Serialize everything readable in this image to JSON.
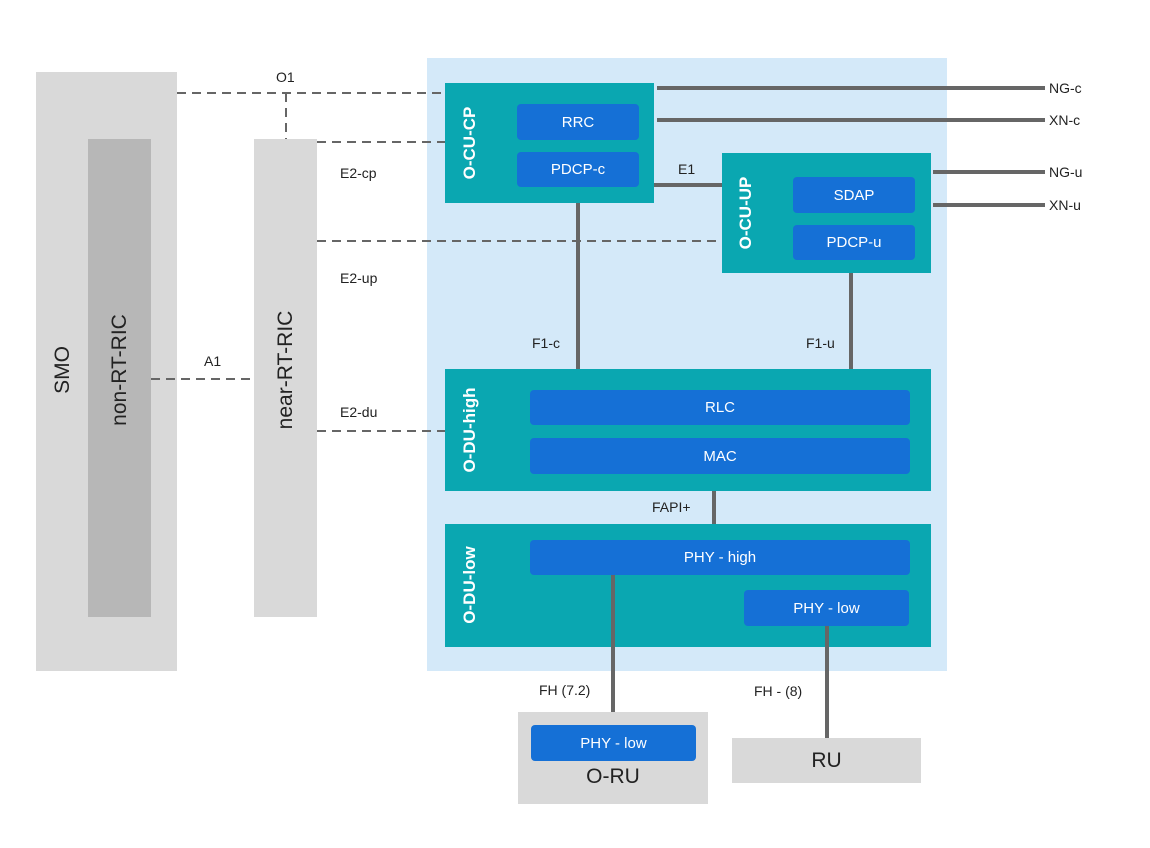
{
  "colors": {
    "management": "#d9d9d9",
    "non_rt_ric": "#b7b7b7",
    "container": "#d4e9f9",
    "node": "#0aa7b1",
    "function": "#1570d6",
    "link": "#666666"
  },
  "smo": {
    "label": "SMO"
  },
  "non_rt_ric": {
    "label": "non-RT-RIC"
  },
  "near_rt_ric": {
    "label": "near-RT-RIC"
  },
  "o_cu_cp": {
    "label": "O-CU-CP",
    "functions": [
      "RRC",
      "PDCP-c"
    ]
  },
  "o_cu_up": {
    "label": "O-CU-UP",
    "functions": [
      "SDAP",
      "PDCP-u"
    ]
  },
  "o_du_high": {
    "label": "O-DU-high",
    "functions": [
      "RLC",
      "MAC"
    ]
  },
  "o_du_low": {
    "label": "O-DU-low",
    "functions": [
      "PHY - high",
      "PHY - low"
    ]
  },
  "o_ru": {
    "label": "O-RU",
    "functions": [
      "PHY - low"
    ]
  },
  "ru": {
    "label": "RU"
  },
  "interfaces": {
    "o1": "O1",
    "e2cp": "E2-cp",
    "e2up": "E2-up",
    "a1": "A1",
    "e2du": "E2-du",
    "e1": "E1",
    "f1c": "F1-c",
    "f1u": "F1-u",
    "fapi": "FAPI+",
    "fh72": "FH (7.2)",
    "fh8": "FH - (8)",
    "ngc": "NG-c",
    "xnc": "XN-c",
    "ngu": "NG-u",
    "xnu": "XN-u"
  }
}
